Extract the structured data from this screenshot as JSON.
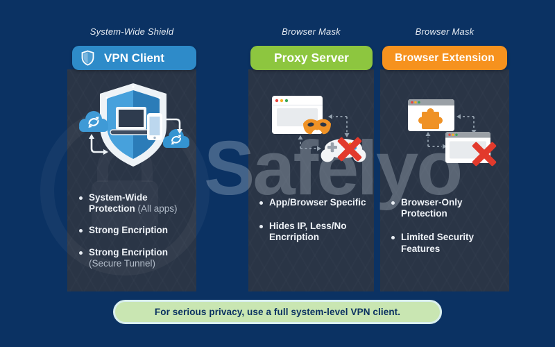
{
  "watermark": {
    "text": "Safelyo",
    "logo_icon": "padlock-circle-icon"
  },
  "columns": [
    {
      "tag": "System-Wide Shield",
      "title": "VPN Client",
      "accent_color": "#2e8bc9",
      "title_icon": "shield-outline-icon",
      "illustration_icon": "shield-laptop-phone-clouds-icon",
      "bullets": [
        {
          "bold": "System-Wide Protection",
          "light": " (All apps)"
        },
        {
          "bold": "Strong Encription",
          "light": ""
        },
        {
          "bold": "Strong Encription",
          "light": "(Secure Tunnel)"
        }
      ]
    },
    {
      "tag": "Browser Mask",
      "title": "Proxy Server",
      "accent_color": "#8dc63f",
      "illustration_icon": "browser-window-mask-blocked-gamepad-icon",
      "bullets": [
        {
          "bold": "App/Browser Specific",
          "light": ""
        },
        {
          "bold": "Hides IP, Less/No Encrription",
          "light": ""
        }
      ]
    },
    {
      "tag": "Browser Mask",
      "title": "Browser Extension",
      "accent_color": "#f6921e",
      "illustration_icon": "browser-extension-blocked-window-icon",
      "bullets": [
        {
          "bold": "Browser-Only Protection",
          "light": ""
        },
        {
          "bold": "Limited Security Features",
          "light": ""
        }
      ]
    }
  ],
  "banner": {
    "text": "For serious privacy, use a full system-level VPN client."
  },
  "colors": {
    "background": "#0b3263",
    "panel": "#2a3546",
    "vpn_blue": "#2e8bc9",
    "proxy_green": "#8dc63f",
    "extension_orange": "#f6921e",
    "accent_orange_graphics": "#ef9226",
    "blocked_red": "#e23a2c",
    "cloud_blue": "#3f9ad6",
    "banner_fill": "#c9e6b2",
    "banner_border": "#d9efee",
    "banner_text": "#0a3161"
  }
}
